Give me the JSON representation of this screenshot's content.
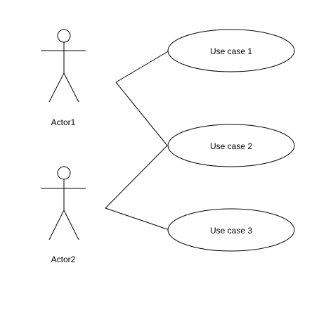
{
  "actors": [
    {
      "id": "actor1",
      "label": "Actor1"
    },
    {
      "id": "actor2",
      "label": "Actor2"
    }
  ],
  "use_cases": [
    {
      "id": "uc1",
      "label": "Use case 1"
    },
    {
      "id": "uc2",
      "label": "Use case 2"
    },
    {
      "id": "uc3",
      "label": "Use case 3"
    }
  ],
  "associations": [
    {
      "from": "actor1",
      "to": "uc1"
    },
    {
      "from": "actor1",
      "to": "uc2"
    },
    {
      "from": "actor2",
      "to": "uc2"
    },
    {
      "from": "actor2",
      "to": "uc3"
    }
  ],
  "colors": {
    "stroke": "#000000",
    "fill": "#ffffff",
    "background": "#ffffff"
  }
}
